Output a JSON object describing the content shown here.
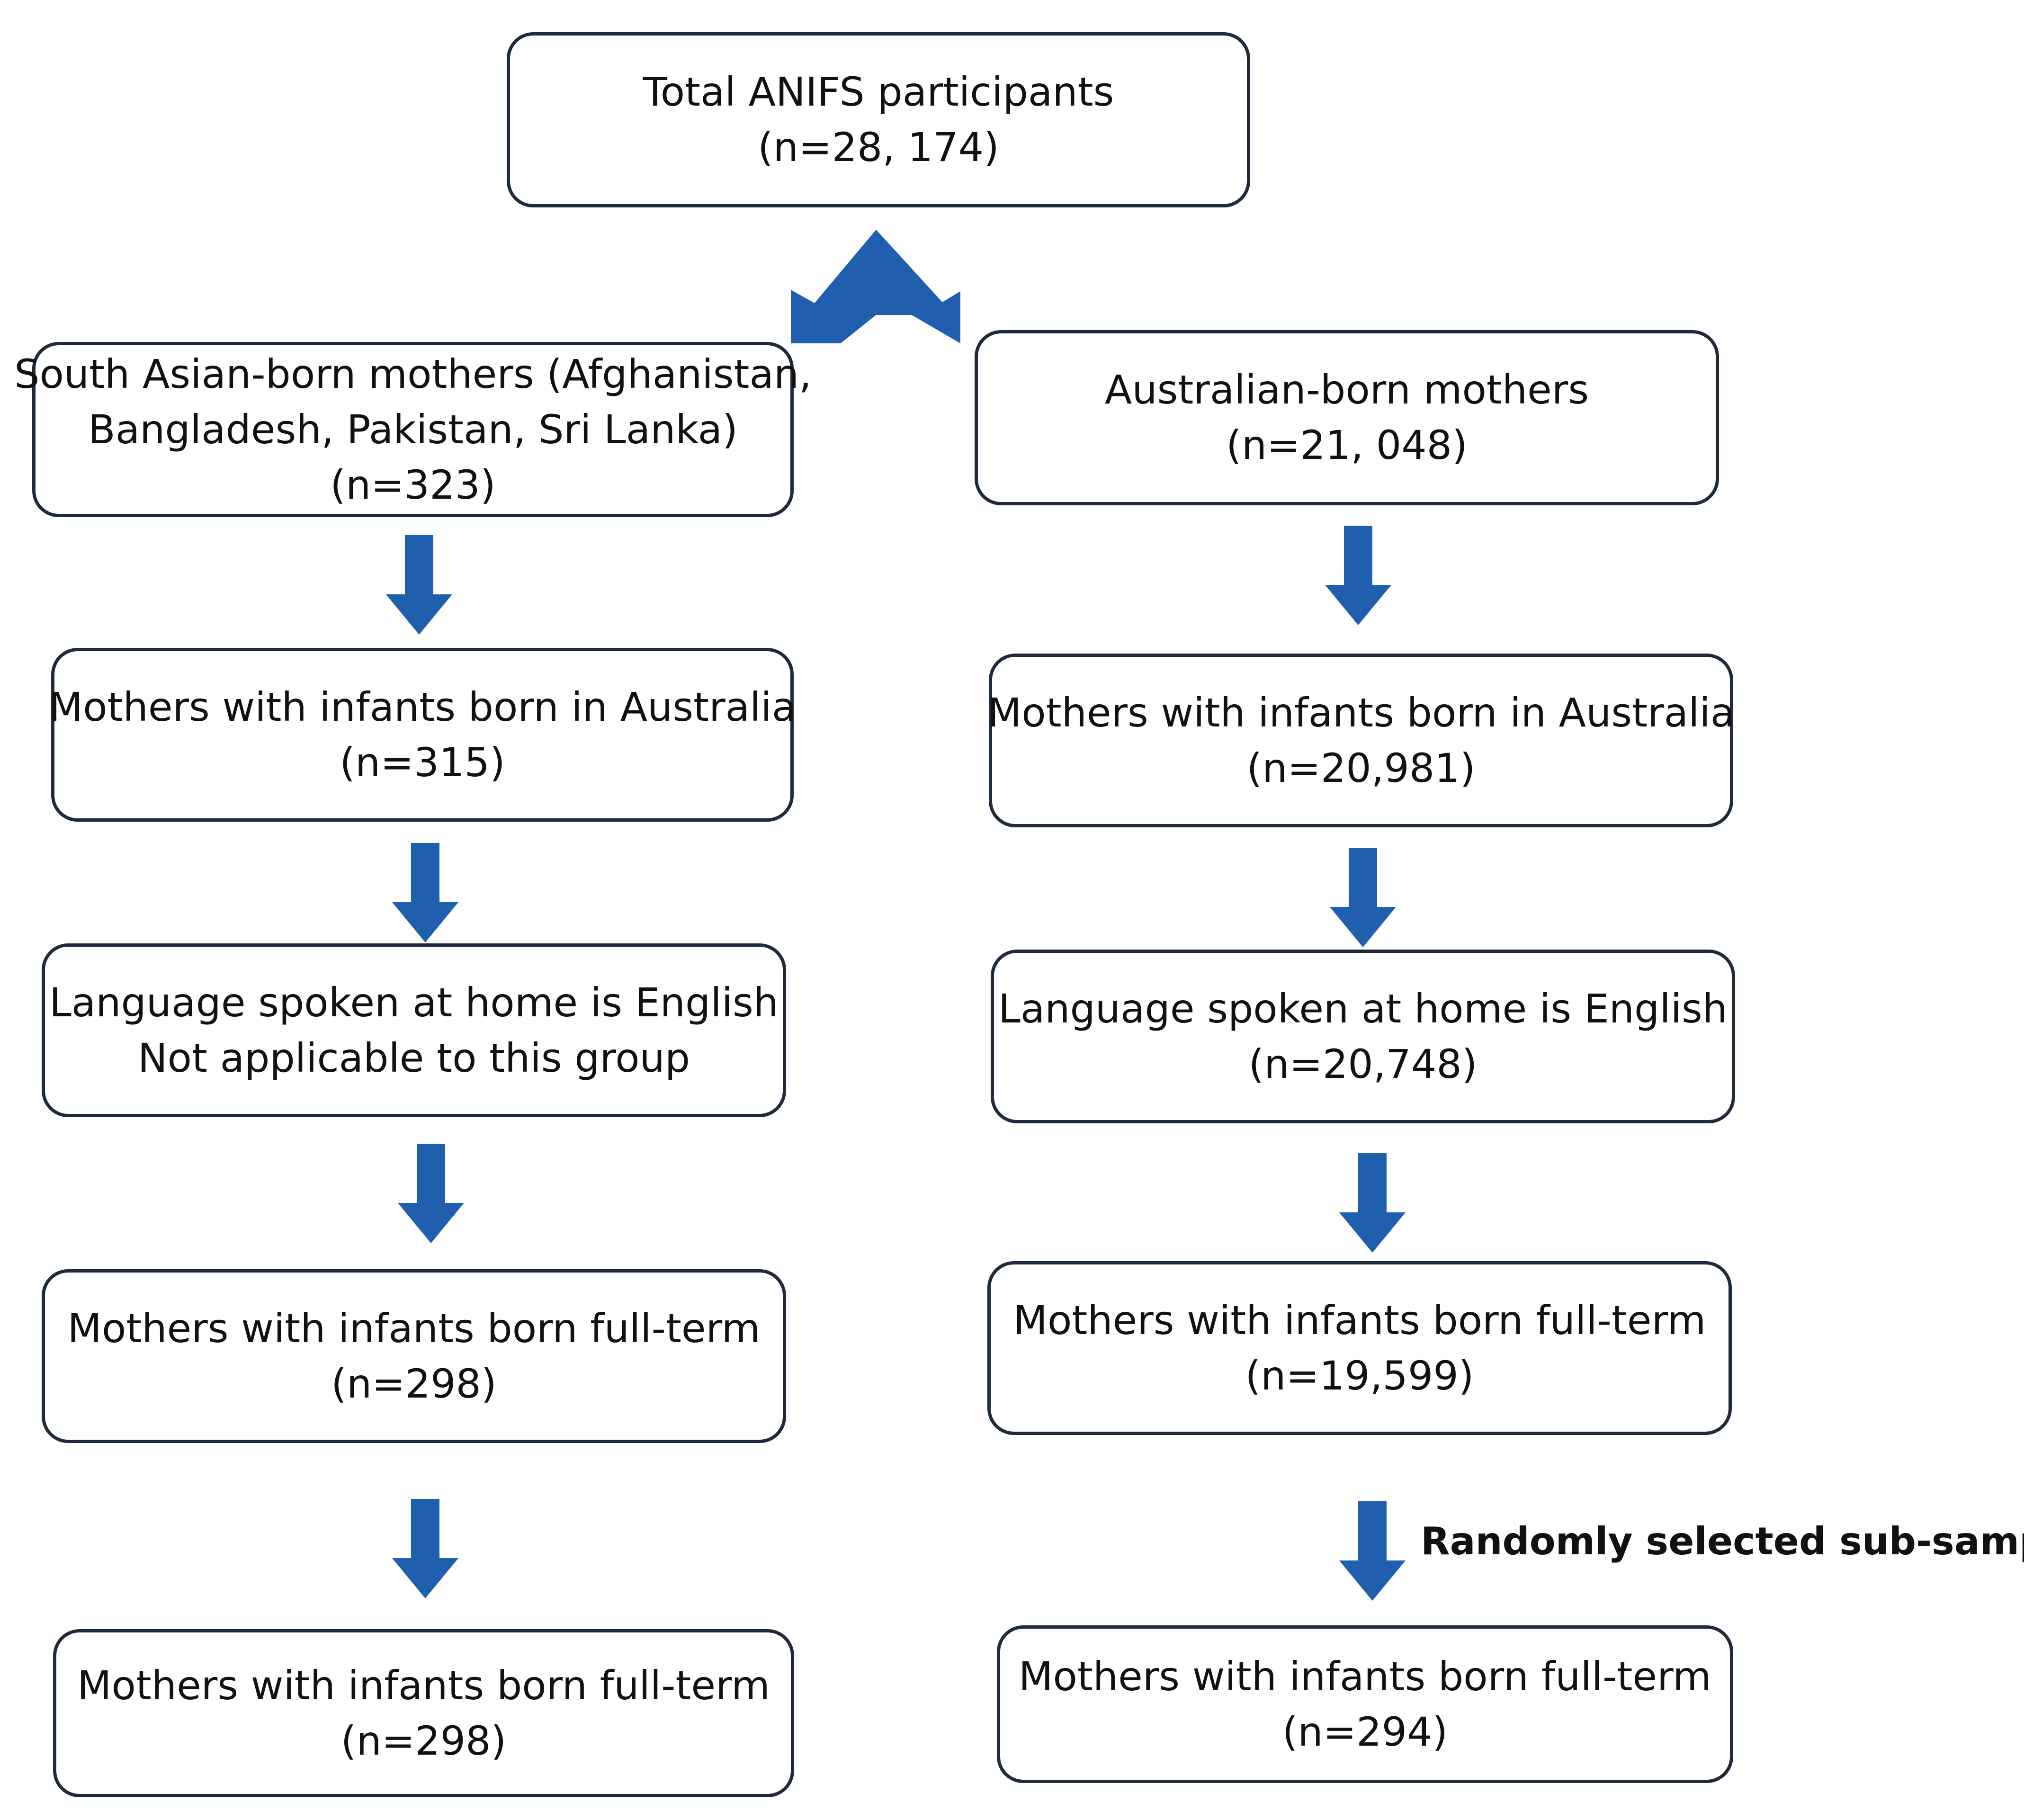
{
  "arrow_color": "#1f5fad",
  "top": {
    "line1": "Total ANIFS participants",
    "line2": "(n=28, 174)"
  },
  "left": [
    {
      "lines": [
        "South Asian-born mothers (Afghanistan,",
        "Bangladesh, Pakistan, Sri Lanka)",
        "(n=323)"
      ]
    },
    {
      "lines": [
        "Mothers with infants born in Australia",
        "(n=315)"
      ]
    },
    {
      "lines": [
        "Language spoken at home is English",
        "Not applicable to this group"
      ]
    },
    {
      "lines": [
        "Mothers with infants born full-term",
        "(n=298)"
      ]
    },
    {
      "lines": [
        "Mothers with infants born full-term",
        "(n=298)"
      ]
    }
  ],
  "right": [
    {
      "lines": [
        "Australian-born mothers",
        "(n=21, 048)"
      ]
    },
    {
      "lines": [
        "Mothers with infants born in Australia",
        "(n=20,981)"
      ]
    },
    {
      "lines": [
        "Language spoken at home is English",
        "(n=20,748)"
      ]
    },
    {
      "lines": [
        "Mothers with infants born full-term",
        "(n=19,599)"
      ]
    },
    {
      "lines": [
        "Mothers with infants born full-term",
        "(n=294)"
      ]
    }
  ],
  "subsample_label": "Randomly selected sub-sample"
}
